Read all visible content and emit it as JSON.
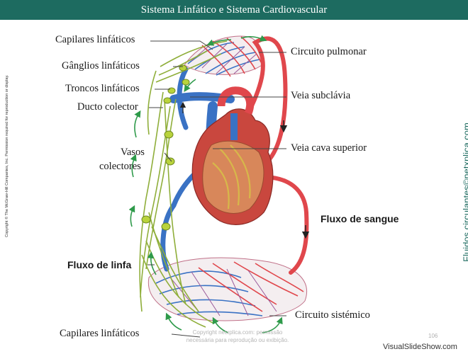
{
  "slide": {
    "title": "Sistema Linfático e Sistema Cardiovascular",
    "page_number": "106",
    "brand": "VisualSlideShow.com",
    "copyright_vertical": "Copyright © The McGraw-Hill Companies, Inc. Permission required for reproduction or display.",
    "site_vertical": "Fluidos circulantes©netxplica.com",
    "watermark_line1": "Copyright netxplica.com: permissão",
    "watermark_line2": "necessária para reprodução ou exibição."
  },
  "labels": {
    "capilares_top": "Capilares linfáticos",
    "ganglios": "Gânglios linfáticos",
    "troncos": "Troncos linfáticos",
    "ducto": "Ducto colector",
    "vasos_1": "Vasos",
    "vasos_2": "colectores",
    "fluxo_linfa": "Fluxo de linfa",
    "capilares_bottom": "Capilares linfáticos",
    "circuito_pulmonar": "Circuito pulmonar",
    "veia_subclavia": "Veia subclávia",
    "veia_cava": "Veia cava superior",
    "fluxo_sangue": "Fluxo de sangue",
    "circuito_sistemico": "Circuito sistémico"
  },
  "colors": {
    "title_bg": "#1d6b60",
    "artery": "#e0474c",
    "vein": "#3a72c4",
    "lymph": "#8fae3a",
    "lymph_arrow": "#2e9a4a",
    "node": "#b9d33c",
    "heart": "#c9473e"
  }
}
